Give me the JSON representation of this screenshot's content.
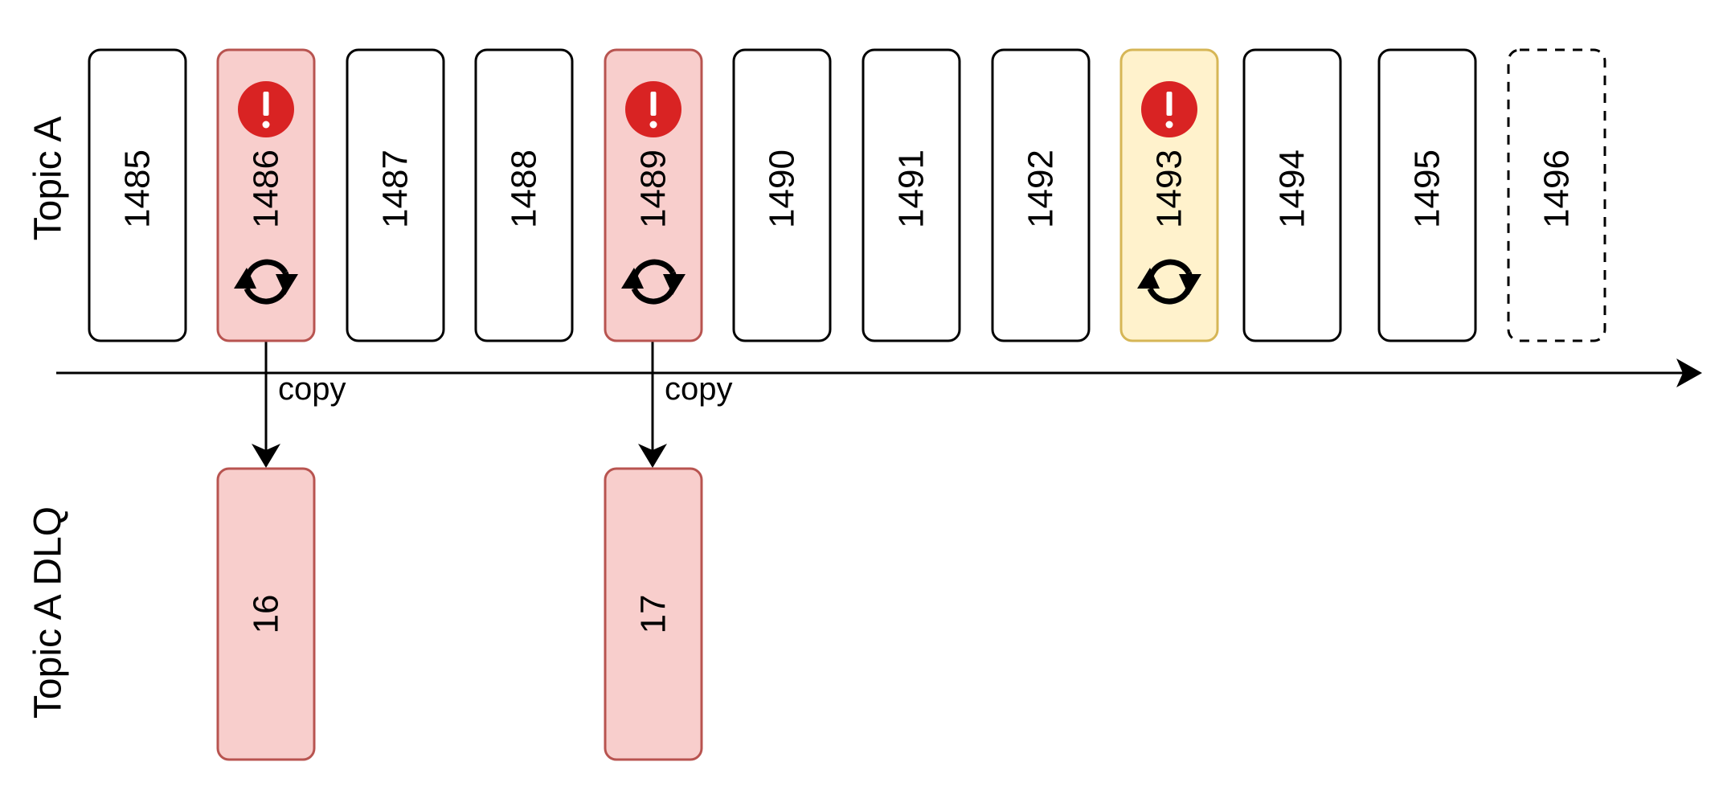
{
  "topic_a": {
    "label": "Topic A",
    "messages": [
      {
        "offset": "1485",
        "status": "normal"
      },
      {
        "offset": "1486",
        "status": "error",
        "alert_icon": "exclamation-icon",
        "retry_icon": "refresh-icon"
      },
      {
        "offset": "1487",
        "status": "normal"
      },
      {
        "offset": "1488",
        "status": "normal"
      },
      {
        "offset": "1489",
        "status": "error",
        "alert_icon": "exclamation-icon",
        "retry_icon": "refresh-icon"
      },
      {
        "offset": "1490",
        "status": "normal"
      },
      {
        "offset": "1491",
        "status": "normal"
      },
      {
        "offset": "1492",
        "status": "normal"
      },
      {
        "offset": "1493",
        "status": "retrying",
        "alert_icon": "exclamation-icon",
        "retry_icon": "refresh-icon"
      },
      {
        "offset": "1494",
        "status": "normal"
      },
      {
        "offset": "1495",
        "status": "normal"
      },
      {
        "offset": "1496",
        "status": "pending"
      }
    ]
  },
  "topic_a_dlq": {
    "label": "Topic A DLQ",
    "messages": [
      {
        "offset": "16",
        "source_offset": "1486"
      },
      {
        "offset": "17",
        "source_offset": "1489"
      }
    ]
  },
  "arrows": [
    {
      "label": "copy",
      "from": "1486",
      "to": "16"
    },
    {
      "label": "copy",
      "from": "1489",
      "to": "17"
    }
  ],
  "colors": {
    "error_fill": "#f8cecc",
    "error_stroke": "#b85450",
    "warning_fill": "#fff2cc",
    "warning_stroke": "#d6b656",
    "alert_badge": "#d92323",
    "line": "#000000"
  }
}
